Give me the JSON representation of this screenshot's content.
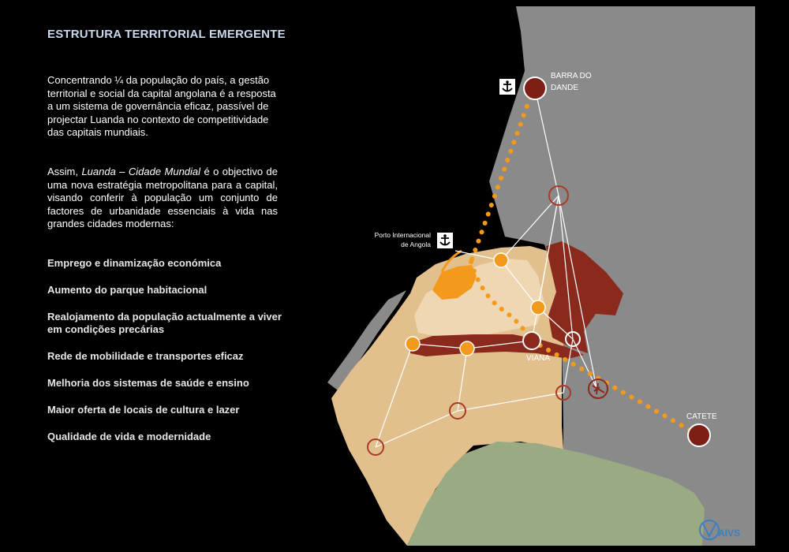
{
  "title": "ESTRUTURA TERRITORIAL EMERGENTE",
  "paragraph1": "Concentrando ¼ da população do país, a gestão territorial e social da capital angolana é a resposta a um sistema de governância eficaz, passível de projectar Luanda no contexto de competitividade das capitais mundiais.",
  "paragraph2": {
    "before": "Assim, ",
    "emphasis": "Luanda – Cidade Mundial",
    "after": " é o objectivo de uma nova estratégia metropolitana para a capital, visando conferir à população um conjunto de factores de urbanidade essenciais à vida nas grandes cidades modernas:"
  },
  "bullets": [
    "Emprego e dinamização económica",
    "Aumento do parque habitacional",
    "Realojamento da população actualmente a viver em condições precárias",
    "Rede de mobilidade e transportes eficaz",
    "Melhoria dos sistemas de saúde e ensino",
    "Maior oferta de locais de cultura e lazer",
    "Qualidade de vida e modernidade"
  ],
  "map": {
    "labels": {
      "barra_line1": "BARRA DO",
      "barra_line2": "DANDE",
      "porto_line1": "Porto Internacional",
      "porto_line2": "de Angola",
      "viana": "VIANA",
      "catete": "CATETE"
    },
    "logo_text": "AIVS",
    "icons": [
      "anchor-icon",
      "anchor-icon",
      "airport-icon"
    ]
  },
  "colors": {
    "background": "#000000",
    "title": "#c9d8ec",
    "grey_region": "#8a8a8a",
    "tan_region": "#e2c08e",
    "green_region": "#9aaa82",
    "dark_red": "#8a2a1c",
    "orange": "#f39a1c",
    "logo": "#3d7fbf"
  }
}
